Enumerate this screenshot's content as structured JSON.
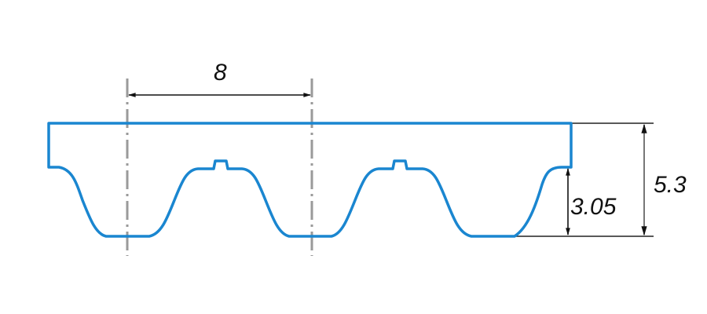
{
  "diagram": {
    "type": "timing-belt-tooth-profile",
    "colors": {
      "profile": "#1a86d0",
      "centerline": "#9a9a9a",
      "dimension": "#111111"
    },
    "dimensions": {
      "pitch": {
        "label": "8",
        "value": 8
      },
      "total_height": {
        "label": "5.3",
        "value": 5.3
      },
      "tooth_height": {
        "label": "3.05",
        "value": 3.05
      }
    }
  }
}
